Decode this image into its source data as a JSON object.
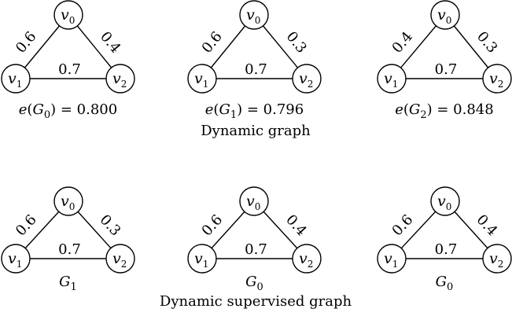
{
  "sections": [
    {
      "title": "Dynamic graph",
      "graphs": [
        {
          "nodes": [
            "v0",
            "v1",
            "v2"
          ],
          "edges": {
            "v0_v1": "0.6",
            "v0_v2": "0.4",
            "v1_v2": "0.7"
          },
          "caption": {
            "func": "e",
            "graph": "G",
            "index": "0",
            "value": "= 0.800"
          }
        },
        {
          "nodes": [
            "v0",
            "v1",
            "v2"
          ],
          "edges": {
            "v0_v1": "0.6",
            "v0_v2": "0.3",
            "v1_v2": "0.7"
          },
          "caption": {
            "func": "e",
            "graph": "G",
            "index": "1",
            "value": "= 0.796"
          }
        },
        {
          "nodes": [
            "v0",
            "v1",
            "v2"
          ],
          "edges": {
            "v0_v1": "0.4",
            "v0_v2": "0.3",
            "v1_v2": "0.7"
          },
          "caption": {
            "func": "e",
            "graph": "G",
            "index": "2",
            "value": "= 0.848"
          }
        }
      ]
    },
    {
      "title": "Dynamic supervised graph",
      "graphs": [
        {
          "nodes": [
            "v0",
            "v1",
            "v2"
          ],
          "edges": {
            "v0_v1": "0.6",
            "v0_v2": "0.3",
            "v1_v2": "0.7"
          },
          "caption": {
            "func": "",
            "graph": "G",
            "index": "1",
            "value": ""
          }
        },
        {
          "nodes": [
            "v0",
            "v1",
            "v2"
          ],
          "edges": {
            "v0_v1": "0.6",
            "v0_v2": "0.4",
            "v1_v2": "0.7"
          },
          "caption": {
            "func": "",
            "graph": "G",
            "index": "0",
            "value": ""
          }
        },
        {
          "nodes": [
            "v0",
            "v1",
            "v2"
          ],
          "edges": {
            "v0_v1": "0.6",
            "v0_v2": "0.4",
            "v1_v2": "0.7"
          },
          "caption": {
            "func": "",
            "graph": "G",
            "index": "0",
            "value": ""
          }
        }
      ]
    }
  ]
}
